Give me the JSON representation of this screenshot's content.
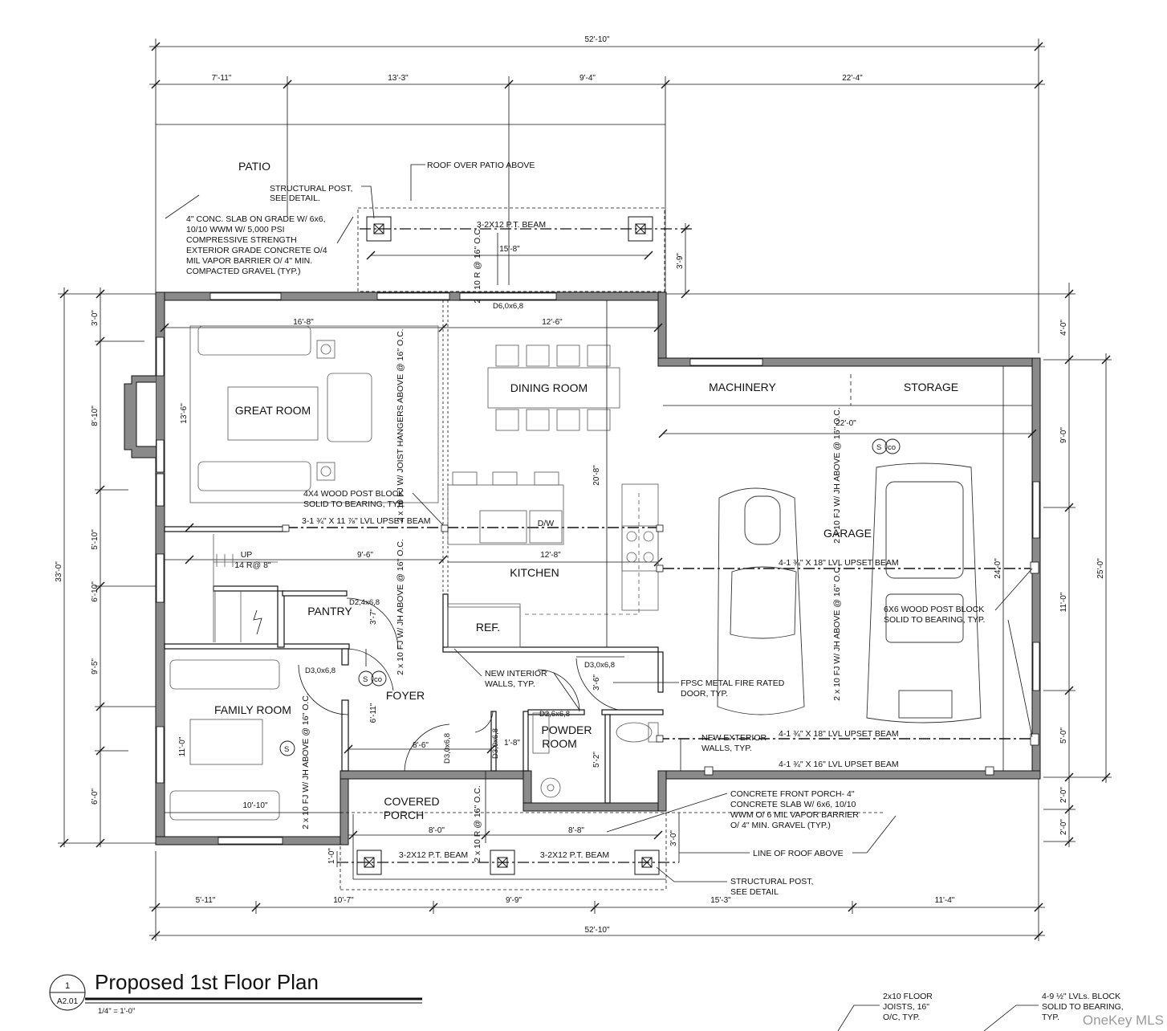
{
  "overall_dims": {
    "top": "52'-10\"",
    "bottom": "52'-10\""
  },
  "top_dims": [
    "7'-11\"",
    "13'-3\"",
    "9'-4\"",
    "22'-4\""
  ],
  "bottom_dims": [
    "5'-11\"",
    "10'-7\"",
    "9'-9\"",
    "15'-3\"",
    "11'-4\""
  ],
  "left_dims": {
    "overall": "33'-0\"",
    "segments": [
      "3'-0\"",
      "8'-10\"",
      "5'-10\"",
      "6'-10\"",
      "9'-5\"",
      "6'-0\""
    ]
  },
  "right_dims": {
    "top": "4'-0\"",
    "overall": "25'-0\"",
    "segments": [
      "9'-0\"",
      "11'-0\"",
      "5'-0\"",
      "2'-0\"",
      "2'-0\""
    ]
  },
  "rooms": {
    "patio": "PATIO",
    "great_room": "GREAT ROOM",
    "dining_room": "DINING ROOM",
    "kitchen": "KITCHEN",
    "pantry": "PANTRY",
    "foyer": "FOYER",
    "family_room": "FAMILY ROOM",
    "powder_room_1": "POWDER",
    "powder_room_2": "ROOM",
    "covered_porch_1": "COVERED",
    "covered_porch_2": "PORCH",
    "machinery": "MACHINERY",
    "storage": "STORAGE",
    "garage": "GARAGE"
  },
  "fixtures": {
    "dw": "D/W",
    "ref": "REF.",
    "stairs_up": "UP",
    "stairs_risers": "14 R@ 8\""
  },
  "notes": {
    "roof_over_patio": "ROOF OVER PATIO ABOVE",
    "structural_post_1": "STRUCTURAL POST,",
    "structural_post_2": "SEE DETAIL.",
    "slab_1": "4\" CONC. SLAB ON GRADE W/ 6x6,",
    "slab_2": "10/10  WWM W/ 5,000 PSI",
    "slab_3": "COMPRESSIVE STRENGTH",
    "slab_4": "EXTERIOR GRADE CONCRETE O/4",
    "slab_5": "MIL VAPOR BARRIER O/ 4\" MIN.",
    "slab_6": "COMPACTED GRAVEL (TYP.)",
    "beam_patio": "3-2X12 P.T. BEAM",
    "dim_patio_beam": "15'-8\"",
    "dim_patio_depth": "3'-9\"",
    "patio_rafters": "2 x 10 R @ 16\" O.C.",
    "door_patio": "D6,0x6,8",
    "dim_great_w": "16'-8\"",
    "dim_dining_w": "12'-6\"",
    "dim_great_d": "13'-6\"",
    "joists_great": "2 x 10 FJ W/ JOIST HANGERS ABOVE @ 16\" O.C.",
    "post_block_1": "4X4 WOOD POST BLOCK",
    "post_block_2": "SOLID TO BEARING, TYP.",
    "lvl_beam_1": "3-1 ¾\" X 11 ⅞\" LVL UPSET BEAM",
    "dim_kitchen_d": "20'-8\"",
    "dim_stair_w": "9'-6\"",
    "dim_kitchen_w": "12'-8\"",
    "door_pantry": "D2,4x6,8",
    "dim_pantry": "3'-7\"",
    "joists_foyer": "2 x 10 FJ W/ JH ABOVE @ 16\" O.C.",
    "door_family": "D3,0x6,8",
    "new_interior_1": "NEW INTERIOR",
    "new_interior_2": "WALLS, TYP.",
    "door_garage": "D3,0x6,8",
    "dim_garage_door": "3'-6\"",
    "fpsc_1": "FPSC METAL FIRE RATED",
    "fpsc_2": "DOOR, TYP.",
    "dim_foyer_d": "6'-11\"",
    "door_powder": "D2,6x6,8",
    "dim_family_d": "11'-0\"",
    "joists_family": "2 x 10 FJ W/ JH ABOVE @ 16\" O.C.",
    "dim_foyer_w": "8'-6\"",
    "door_closet": "D3,0x6,8",
    "door_closet2": "D3,0x6,8",
    "dim_closet": "1'-8\"",
    "dim_powder_d": "5'-2\"",
    "dim_family_w": "10'-10\"",
    "dim_garage_w": "22'-0\"",
    "joists_garage_1": "2 x 10 FJ W/ JH ABOVE @ 16\" O.C.",
    "joists_garage_2": "2 x 10 FJ W/ JH ABOVE @ 16\" O.C.",
    "garage_beam_1": "4-1 ¾\" X 18\" LVL UPSET BEAM",
    "dim_garage_d": "24'-0\"",
    "garage_post_1": "6X6 WOOD POST BLOCK",
    "garage_post_2": "SOLID TO BEARING, TYP.",
    "new_exterior_1": "NEW EXTERIOR",
    "new_exterior_2": "WALLS, TYP.",
    "garage_beam_2": "4-1 ¾\" X 18\" LVL  UPSET BEAM",
    "garage_beam_3": "4-1 ¾\" X 16\" LVL  UPSET BEAM",
    "front_porch_1": "CONCRETE FRONT PORCH- 4\"",
    "front_porch_2": "CONCRETE SLAB W/ 6x6, 10/10",
    "front_porch_3": "WWM O/ 6 MIL VAPOR BARRIER",
    "front_porch_4": "O/ 4\" MIN. GRAVEL (TYP.)",
    "line_of_roof": "LINE OF ROOF ABOVE",
    "dim_porch_1": "8'-0\"",
    "dim_porch_2": "8'-8\"",
    "dim_porch_d": "3'-0\"",
    "dim_porch_off": "1'-0\"",
    "porch_rafters": "2 x 10 R @ 16\" O.C.",
    "beam_porch_1": "3-2X12 P.T. BEAM",
    "beam_porch_2": "3-2X12 P.T. BEAM",
    "struct_post_b_1": "STRUCTURAL POST,",
    "struct_post_b_2": "SEE DETAIL",
    "legend_joists_1": "2x10 FLOOR",
    "legend_joists_2": "JOISTS, 16\"",
    "legend_joists_3": "O/C, TYP.",
    "legend_lvl_1": "4-9 ½\" LVLs. BLOCK",
    "legend_lvl_2": "SOLID TO BEARING,",
    "legend_lvl_3": "TYP."
  },
  "title_block": {
    "number": "1",
    "sheet": "A2.01",
    "title": "Proposed 1st Floor Plan",
    "scale": "1/4\" = 1'-0\""
  },
  "watermark": "OneKey MLS"
}
